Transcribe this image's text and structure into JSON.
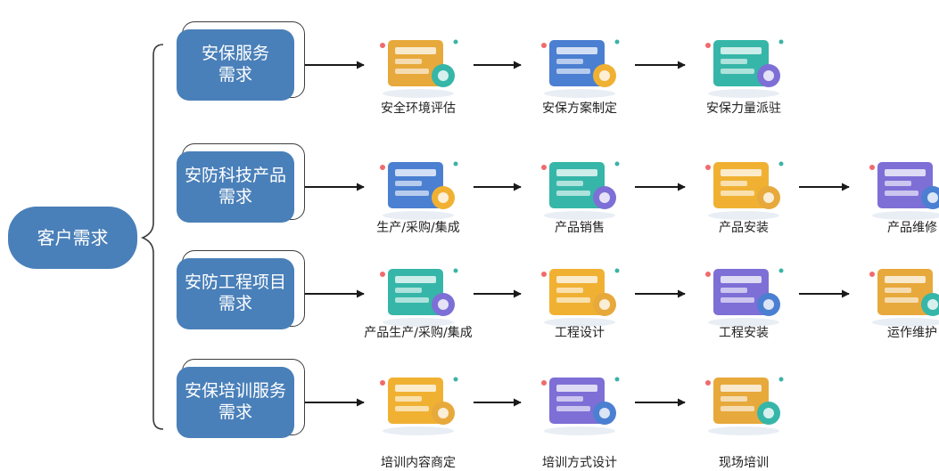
{
  "root": {
    "label": "客户需求"
  },
  "categories": [
    {
      "label": "安保服务\n需求"
    },
    {
      "label": "安防科技产品\n需求"
    },
    {
      "label": "安防工程项目\n需求"
    },
    {
      "label": "安保培训服务\n需求"
    }
  ],
  "rows": [
    {
      "steps": [
        {
          "label": "安全环境评估",
          "icon": "envelope-people-icon"
        },
        {
          "label": "安保方案制定",
          "icon": "security-plan-board-icon"
        },
        {
          "label": "安保力量派驻",
          "icon": "guard-deployment-icon"
        }
      ]
    },
    {
      "steps": [
        {
          "label": "生产/采购/集成",
          "icon": "procurement-magnifier-icon"
        },
        {
          "label": "产品销售",
          "icon": "product-sales-icon"
        },
        {
          "label": "产品安装",
          "icon": "product-install-icon"
        },
        {
          "label": "产品维修",
          "icon": "lightbulb-dollar-icon"
        }
      ]
    },
    {
      "steps": [
        {
          "label": "产品生产/采购/集成",
          "icon": "procurement-magnifier-icon"
        },
        {
          "label": "工程设计",
          "icon": "engineering-design-icon"
        },
        {
          "label": "工程安装",
          "icon": "engineering-install-icon"
        },
        {
          "label": "运作维护",
          "icon": "operation-maintenance-icon"
        }
      ]
    },
    {
      "steps": [
        {
          "label": "培训内容商定",
          "icon": "training-content-monitor-icon"
        },
        {
          "label": "培训方式设计",
          "icon": "training-method-clipboard-icon"
        },
        {
          "label": "现场培训",
          "icon": "onsite-trainer-icon"
        }
      ]
    }
  ],
  "colors": {
    "box": "#4a80b9",
    "line": "#1a1a1a",
    "text": "#222222"
  }
}
